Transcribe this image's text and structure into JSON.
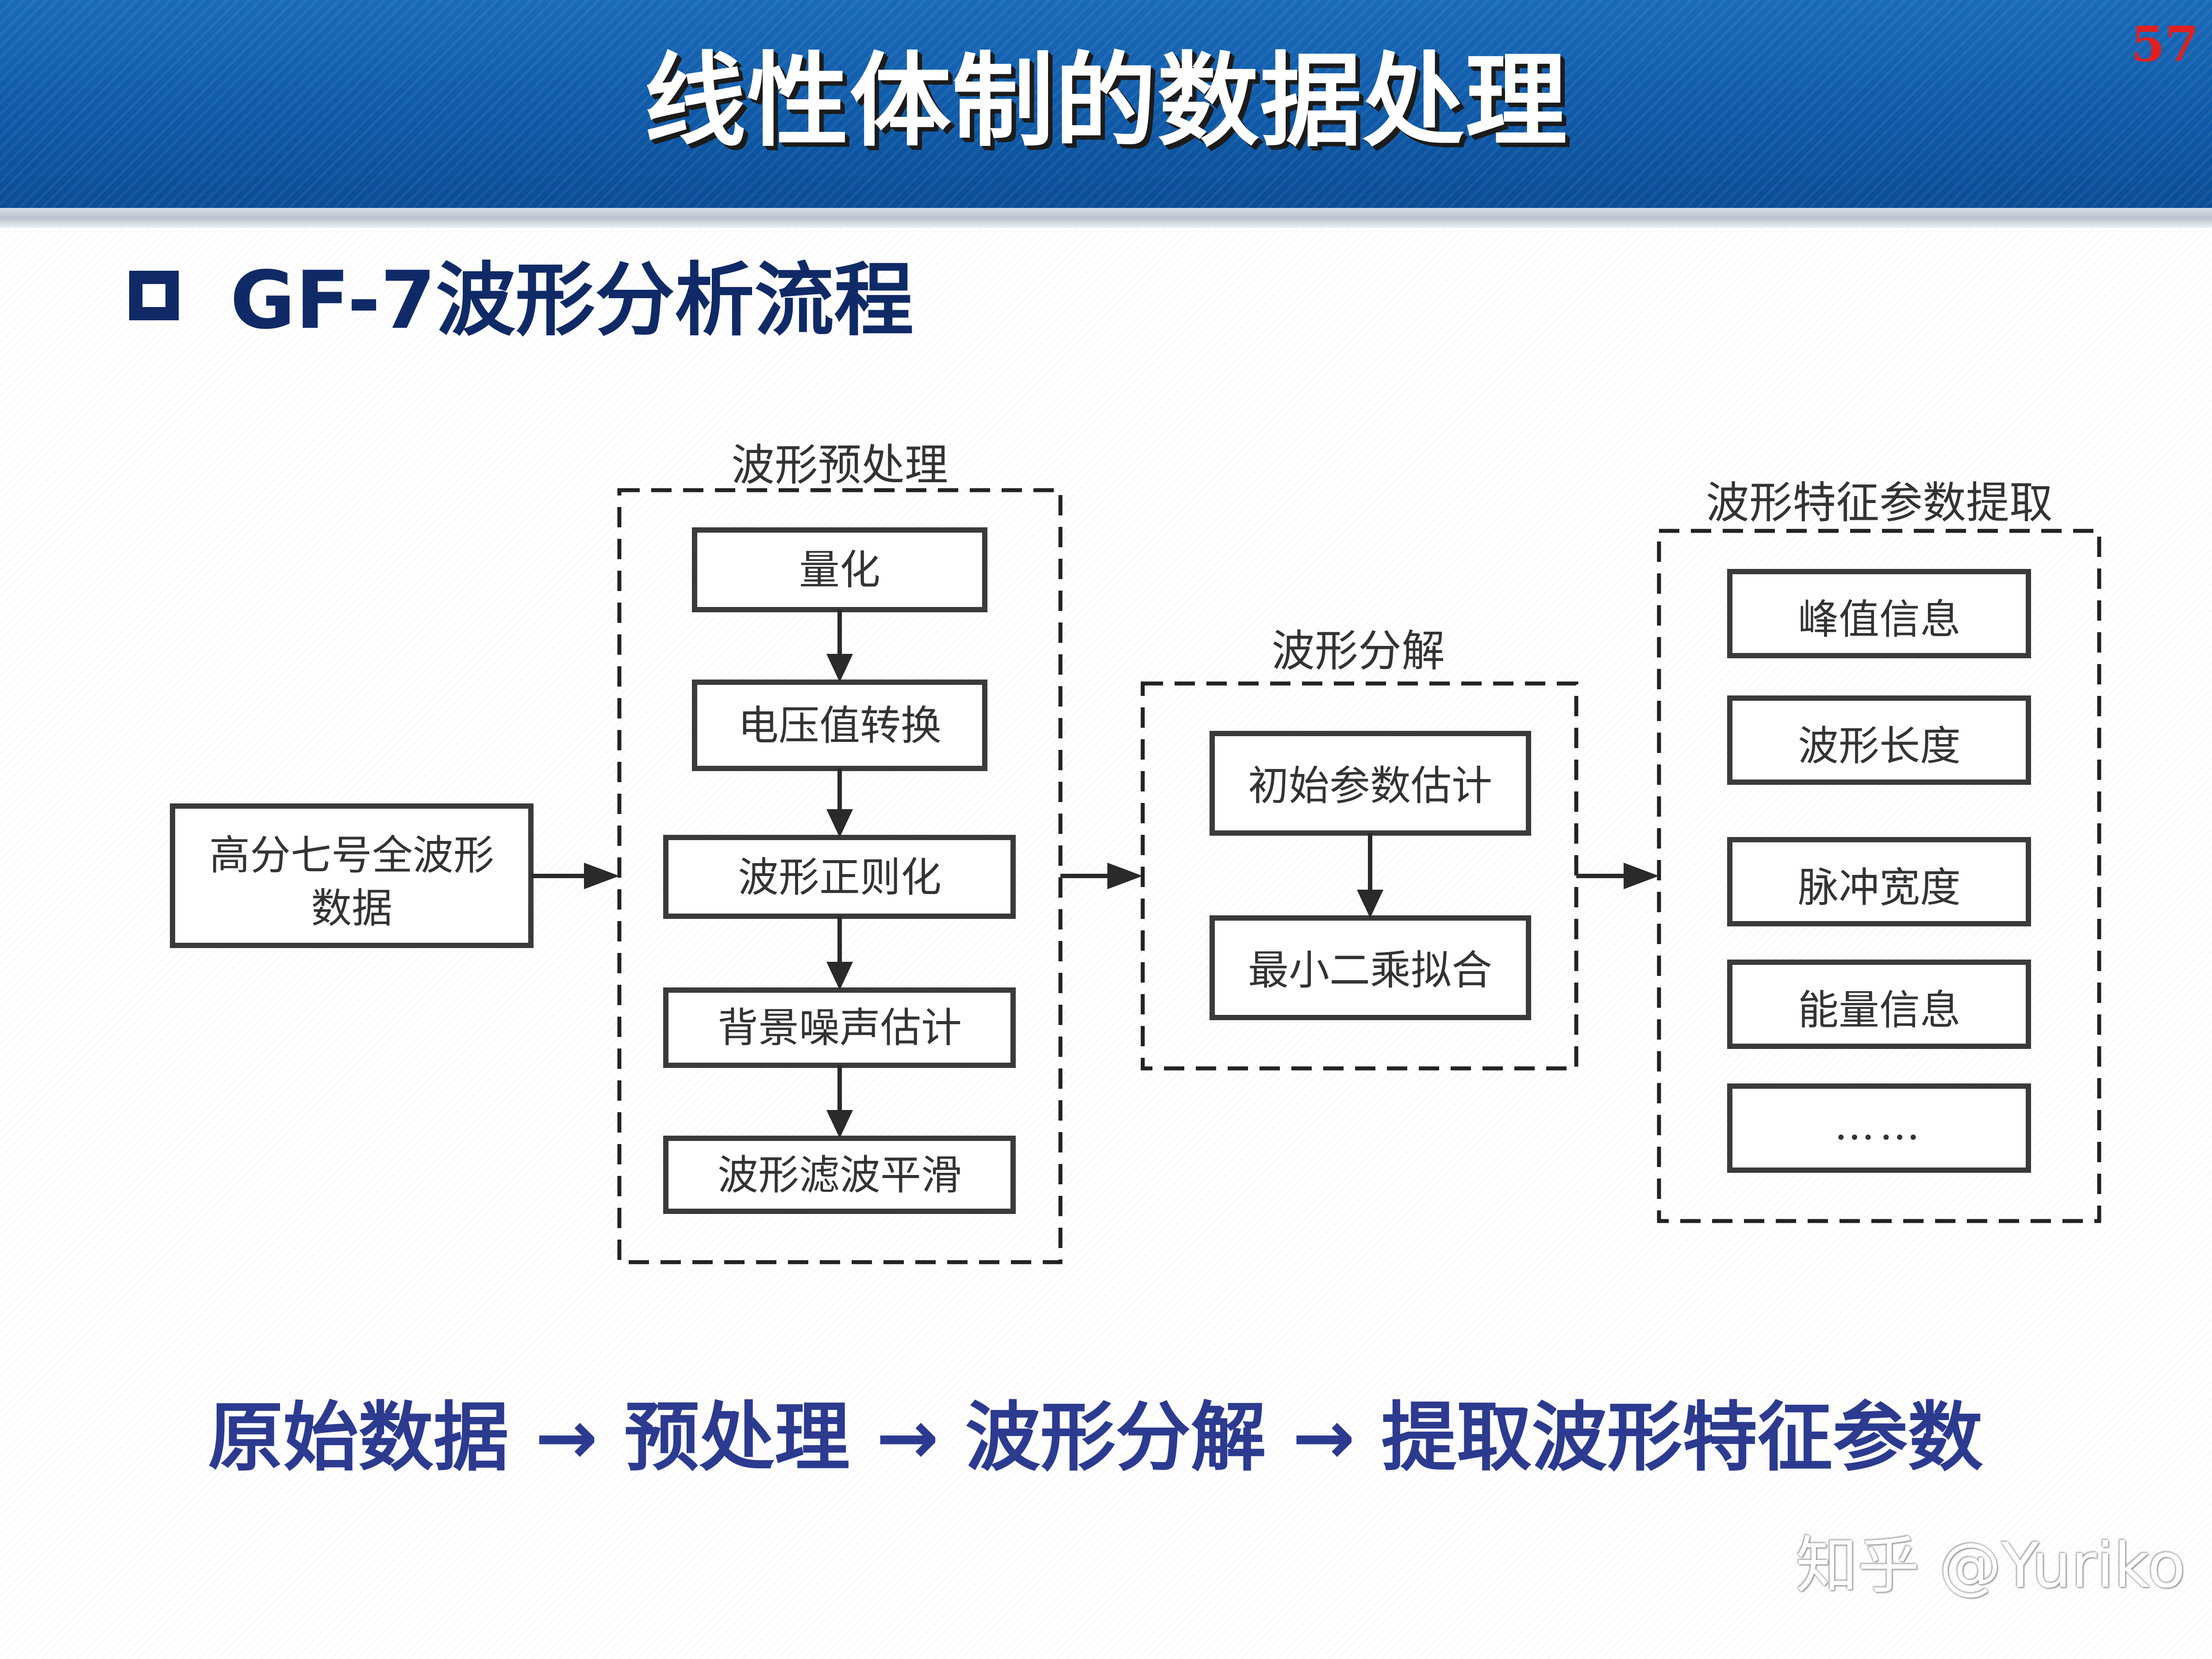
{
  "slide": {
    "title": "线性体制的数据处理",
    "page_number": "57",
    "section_heading": "GF-7波形分析流程",
    "summary": "原始数据 → 预处理 → 波形分解 → 提取波形特征参数",
    "watermark": "知乎 @Yuriko"
  },
  "diagram": {
    "input": {
      "line1": "高分七号全波形",
      "line2": "数据"
    },
    "groups": [
      {
        "label": "波形预处理",
        "steps": [
          "量化",
          "电压值转换",
          "波形正则化",
          "背景噪声估计",
          "波形滤波平滑"
        ]
      },
      {
        "label": "波形分解",
        "steps": [
          "初始参数估计",
          "最小二乘拟合"
        ]
      },
      {
        "label": "波形特征参数提取",
        "steps": [
          "峰值信息",
          "波形长度",
          "脉冲宽度",
          "能量信息",
          "……"
        ]
      }
    ]
  },
  "colors": {
    "banner": "#0f5aa8",
    "heading": "#0f2a66",
    "summary": "#2c3a8f",
    "page_number": "#e02020"
  }
}
